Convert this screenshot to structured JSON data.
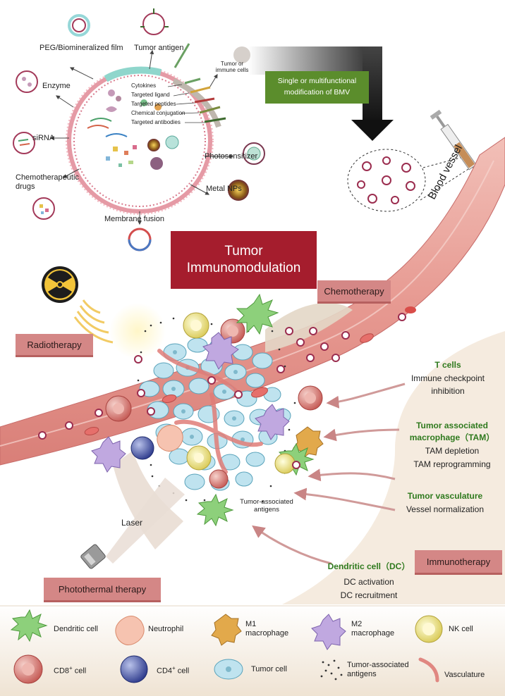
{
  "title": "Tumor Immunomodulation",
  "modification_box": [
    "Single or multifunctional",
    "modification of BMV"
  ],
  "vesicle_labels": {
    "peg_film": "PEG/Biomineralized film",
    "tumor_antigen": "Tumor antigen",
    "tumor_immune_cells": [
      "Tumor or",
      "immune cells"
    ],
    "enzyme": "Enzyme",
    "cytokines": "Cytokines",
    "targeted_ligand": "Targeted ligand",
    "targeted_peptides": "Targeted peptides",
    "chemical_conjugation": "Chemical conjugation",
    "targeted_antibodies": "Targeted antibodies",
    "sirna": "siRNA",
    "photosensitizer": "Photosensitizer",
    "chemo_drugs": [
      "Chemotherapeutic",
      "drugs"
    ],
    "metal_nps": "Metal NPs",
    "membrane_fusion": "Membrane fusion"
  },
  "blood_vessel": "Blood vessel",
  "therapies": {
    "chemotherapy": "Chemotherapy",
    "radiotherapy": "Radiotherapy",
    "photothermal": "Photothermal therapy",
    "immunotherapy": "Immunotherapy"
  },
  "laser": "Laser",
  "tumor_antigens_label": [
    "Tumor-associated",
    "antigens"
  ],
  "mechanisms": {
    "t_cells": "T cells",
    "t_cells_items": [
      "Immune checkpoint",
      "inhibition"
    ],
    "tam": [
      "Tumor associated",
      "macrophage（TAM）"
    ],
    "tam_items": [
      "TAM depletion",
      "TAM reprogramming"
    ],
    "vasculature": "Tumor vasculature",
    "vasculature_items": [
      "Vessel normalization"
    ],
    "dc": "Dendritic cell（DC）",
    "dc_items": [
      "DC activation",
      "DC recruitment"
    ]
  },
  "legend": {
    "dendritic": "Dendritic cell",
    "neutrophil": "Neutrophil",
    "m1": [
      "M1",
      "macrophage"
    ],
    "m2": [
      "M2",
      "macrophage"
    ],
    "nk": "NK cell",
    "cd8": "CD8",
    "cd4": "CD4",
    "cell_suffix": " cell",
    "sup": "+",
    "tumor_cell": "Tumor cell",
    "antigens": [
      "Tumor-associated",
      "antigens"
    ],
    "vasculature": "Vasculature"
  },
  "colors": {
    "title_bg": "#a51d2d",
    "mod_box_bg": "#5b8d2c",
    "therapy_bg": "#d48786",
    "mechanism_green": "#2f7a1e",
    "vessel": "#e8a59f",
    "tumor_cell": "#b9e0ec"
  }
}
